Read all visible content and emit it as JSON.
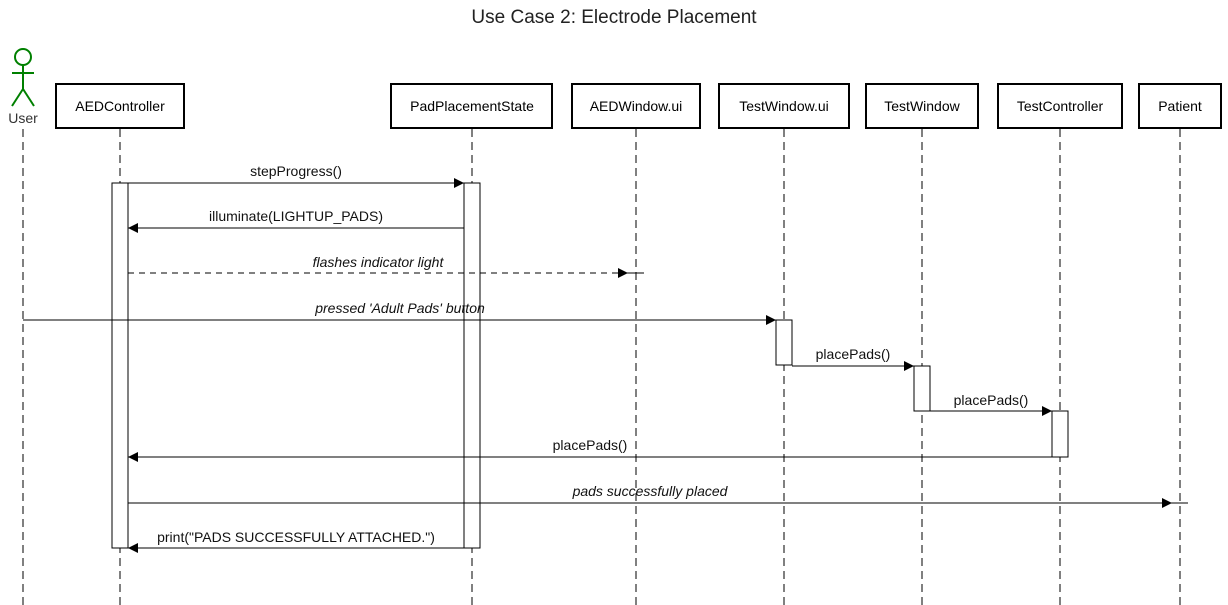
{
  "title": "Use Case 2: Electrode Placement",
  "actor": {
    "label": "User",
    "color": "#008000"
  },
  "participants": [
    {
      "id": "aedcontroller",
      "label": "AEDController"
    },
    {
      "id": "padplacementstate",
      "label": "PadPlacementState"
    },
    {
      "id": "aedwindow-ui",
      "label": "AEDWindow.ui"
    },
    {
      "id": "testwindow-ui",
      "label": "TestWindow.ui"
    },
    {
      "id": "testwindow",
      "label": "TestWindow"
    },
    {
      "id": "testcontroller",
      "label": "TestController"
    },
    {
      "id": "patient",
      "label": "Patient"
    }
  ],
  "messages": [
    {
      "label": "stepProgress()",
      "from": "AEDController",
      "to": "PadPlacementState",
      "style": "solid"
    },
    {
      "label": "illuminate(LIGHTUP_PADS)",
      "from": "PadPlacementState",
      "to": "AEDController",
      "style": "solid"
    },
    {
      "label": "flashes indicator light",
      "from": "AEDController",
      "to": "AEDWindow.ui",
      "style": "dashed"
    },
    {
      "label": "pressed 'Adult Pads' button",
      "from": "User",
      "to": "TestWindow.ui",
      "style": "solid"
    },
    {
      "label": "placePads()",
      "from": "TestWindow.ui",
      "to": "TestWindow",
      "style": "solid"
    },
    {
      "label": "placePads()",
      "from": "TestWindow",
      "to": "TestController",
      "style": "solid"
    },
    {
      "label": "placePads()",
      "from": "TestController",
      "to": "AEDController",
      "style": "solid"
    },
    {
      "label": "pads successfully placed",
      "from": "AEDController",
      "to": "Patient",
      "style": "solid"
    },
    {
      "label": "print(\"PADS SUCCESSFULLY ATTACHED.\")",
      "from": "PadPlacementState",
      "to": "AEDController",
      "style": "solid"
    }
  ]
}
